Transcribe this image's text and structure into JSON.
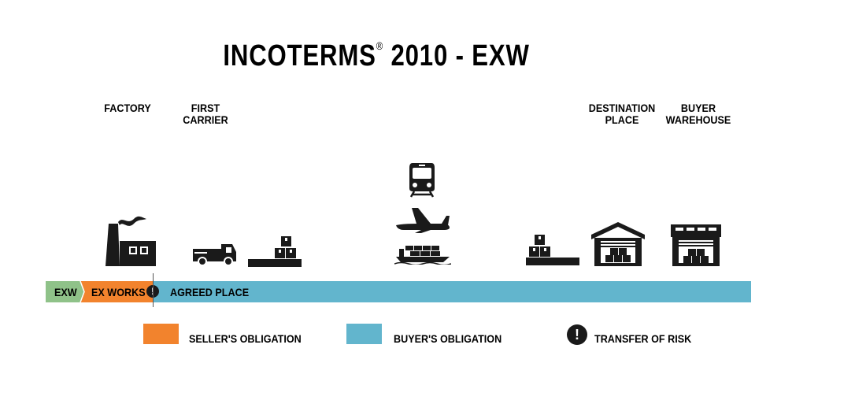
{
  "title": {
    "main": "INCOTERMS",
    "registered": "®",
    "rest": "2010 - EXW"
  },
  "locations": {
    "factory": "FACTORY",
    "first_carrier_line1": "FIRST",
    "first_carrier_line2": "CARRIER",
    "destination_line1": "DESTINATION",
    "destination_line2": "PLACE",
    "buyer_line1": "BUYER",
    "buyer_line2": "WAREHOUSE"
  },
  "bar": {
    "term_code": "EXW",
    "seller_section": "EX WORKS",
    "risk_symbol": "!",
    "buyer_section": "AGREED PLACE"
  },
  "legend": {
    "seller": "SELLER'S OBLIGATION",
    "buyer": "BUYER'S OBLIGATION",
    "risk_symbol": "!",
    "risk": "TRANSFER OF RISK"
  },
  "colors": {
    "seller": "#f2832d",
    "buyer": "#62b5cd",
    "term_code": "#8fc289",
    "icon": "#1a1a1a"
  },
  "icons": [
    "factory-icon",
    "truck-icon",
    "loading-dock-icon",
    "train-icon",
    "airplane-icon",
    "ship-icon",
    "warehouse-icon"
  ]
}
